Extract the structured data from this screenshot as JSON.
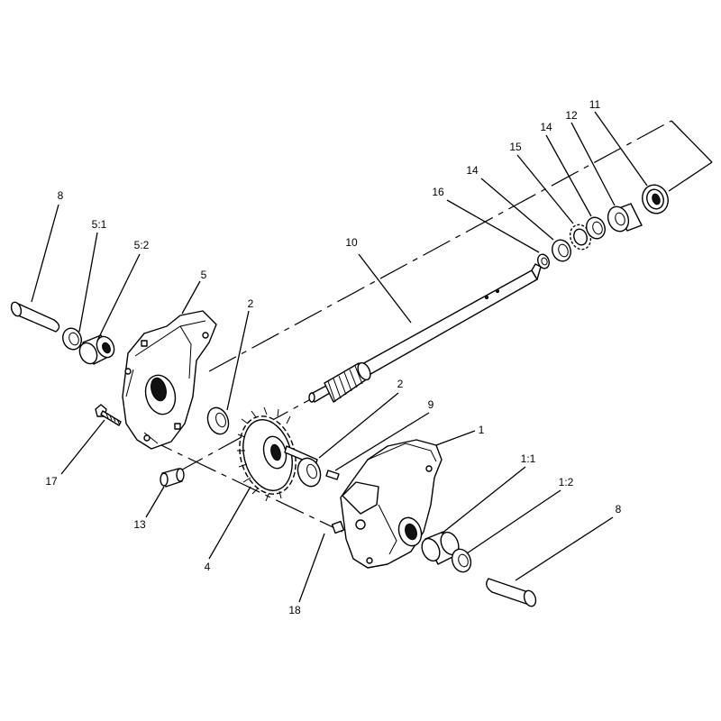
{
  "callouts": {
    "c8a": "8",
    "c5_1": "5:1",
    "c5_2": "5:2",
    "c5": "5",
    "c2a": "2",
    "c10": "10",
    "c16": "16",
    "c14a": "14",
    "c15": "15",
    "c14b": "14",
    "c12": "12",
    "c11": "11",
    "c2b": "2",
    "c9": "9",
    "c1": "1",
    "c1_1": "1:1",
    "c1_2": "1:2",
    "c8b": "8",
    "c17": "17",
    "c13": "13",
    "c4": "4",
    "c18": "18"
  }
}
